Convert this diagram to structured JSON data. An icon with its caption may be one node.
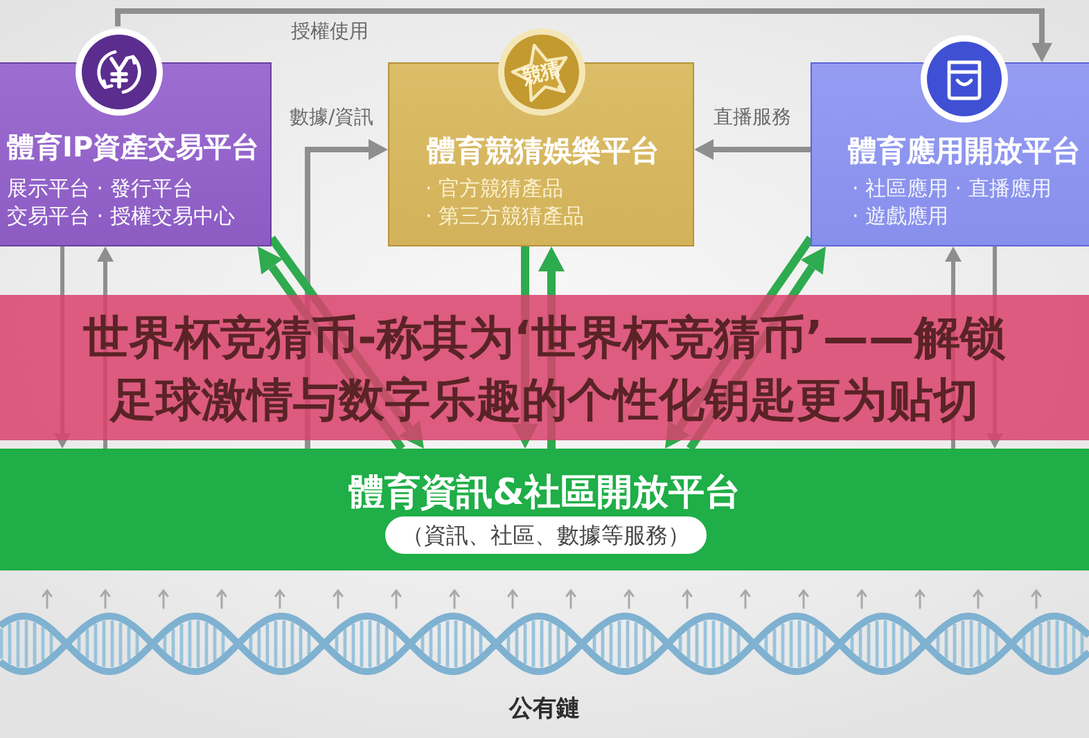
{
  "diagram": {
    "title": "世界杯竞猜币-称其为‘世界杯竞猜币’——解锁足球激情与数字乐趣的个性化钥匙更为贴切",
    "nodes": [
      {
        "text": [
          "體育IP資產交易平台",
          "展示平台 · 發行平台",
          "交易平台 · 授權交易中心"
        ]
      },
      {
        "text": [
          "競猜",
          "體育競猜娛樂平台",
          "· 官方競猜產品",
          "· 第三方競猜產品"
        ]
      },
      {
        "text": [
          "體育應用開放平台",
          "· 社區應用 · 直播應用",
          "· 遊戲應用"
        ]
      },
      {
        "text": [
          "體育資訊&社區開放平台",
          "（資訊、社區、數據等服務）"
        ]
      }
    ],
    "edges": [
      {
        "from": 0,
        "to": 2,
        "arrow": "to",
        "label": "授權使用"
      },
      {
        "from": 3,
        "to": 1,
        "arrow": "to",
        "label": "數據/資訊"
      },
      {
        "from": 2,
        "to": 1,
        "arrow": "to",
        "label": "直播服務"
      },
      {
        "from": 0,
        "to": 3,
        "arrow": "to"
      },
      {
        "from": 3,
        "to": 0,
        "arrow": "to"
      },
      {
        "from": 3,
        "to": 0,
        "arrow": "to",
        "color": "#2eaa4f"
      },
      {
        "from": 0,
        "to": 3,
        "arrow": "to",
        "color": "#2eaa4f"
      },
      {
        "from": 3,
        "to": 1,
        "arrow": "to",
        "color": "#2eaa4f"
      },
      {
        "from": 1,
        "to": 3,
        "arrow": "to",
        "color": "#2eaa4f"
      },
      {
        "from": 3,
        "to": 2,
        "arrow": "to",
        "color": "#2eaa4f"
      },
      {
        "from": 2,
        "to": 3,
        "arrow": "to",
        "color": "#2eaa4f"
      },
      {
        "from": 3,
        "to": 2,
        "arrow": "to"
      },
      {
        "from": 2,
        "to": 3,
        "arrow": "to"
      }
    ],
    "labels": [
      "公有鏈"
    ]
  }
}
